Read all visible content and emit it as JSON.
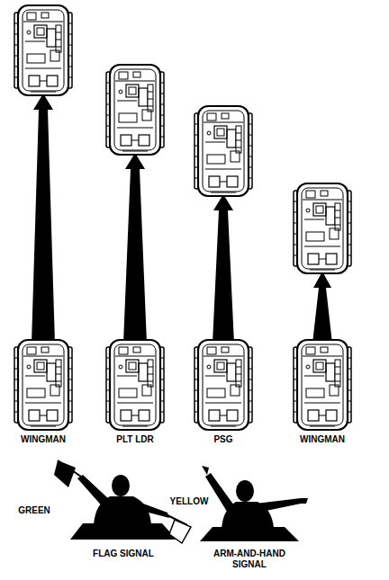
{
  "diagram": {
    "labels": [
      "WINGMAN",
      "PLT LDR",
      "PSG",
      "WINGMAN",
      "GREEN",
      "YELLOW",
      "FLAG SIGNAL",
      "ARM-AND-HAND SIGNAL"
    ]
  }
}
